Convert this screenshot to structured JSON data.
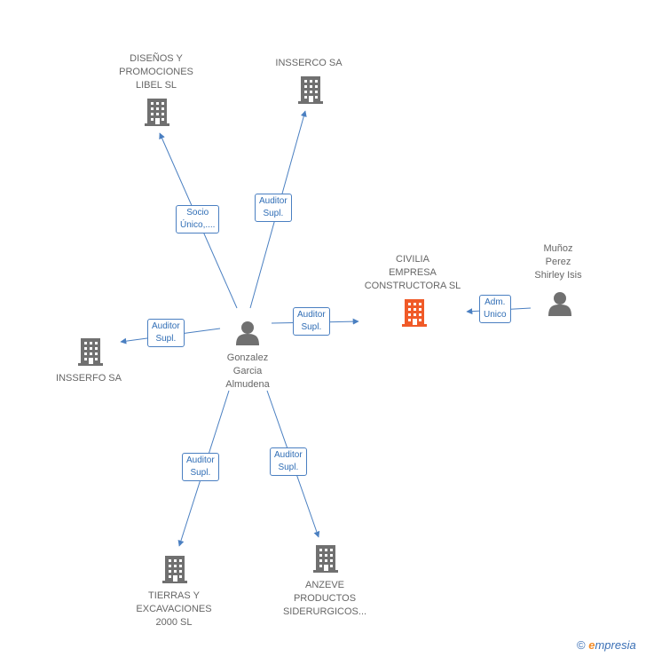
{
  "nodes": {
    "disenos": {
      "label": "DISEÑOS Y\nPROMOCIONES\nLIBEL SL",
      "kind": "company",
      "icon": "building-icon"
    },
    "insserco": {
      "label": "INSSERCO SA",
      "kind": "company",
      "icon": "building-icon"
    },
    "insserfo": {
      "label": "INSSERFO SA",
      "kind": "company",
      "icon": "building-icon"
    },
    "civilia": {
      "label": "CIVILIA\nEMPRESA\nCONSTRUCTORA SL",
      "kind": "company-highlight",
      "icon": "building-icon"
    },
    "munoz": {
      "label": "Muñoz\nPerez\nShirley Isis",
      "kind": "person",
      "icon": "person-icon"
    },
    "gonzalez": {
      "label": "Gonzalez\nGarcia\nAlmudena",
      "kind": "person",
      "icon": "person-icon"
    },
    "tierras": {
      "label": "TIERRAS Y\nEXCAVACIONES\n2000 SL",
      "kind": "company",
      "icon": "building-icon"
    },
    "anzeve": {
      "label": "ANZEVE\nPRODUCTOS\nSIDERURGICOS...",
      "kind": "company",
      "icon": "building-icon"
    }
  },
  "edges": {
    "e1": {
      "label": "Socio\nÚnico,...."
    },
    "e2": {
      "label": "Auditor\nSupl."
    },
    "e3": {
      "label": "Auditor\nSupl."
    },
    "e4": {
      "label": "Auditor\nSupl."
    },
    "e5": {
      "label": "Adm.\nUnico"
    },
    "e6": {
      "label": "Auditor\nSupl."
    },
    "e7": {
      "label": "Auditor\nSupl."
    }
  },
  "colors": {
    "building": "#707070",
    "highlight": "#f05a28",
    "edge": "#4a7fc1",
    "label": "#666666"
  },
  "watermark": {
    "symbol": "©",
    "brand_initial": "e",
    "brand_rest": "mpresia"
  }
}
